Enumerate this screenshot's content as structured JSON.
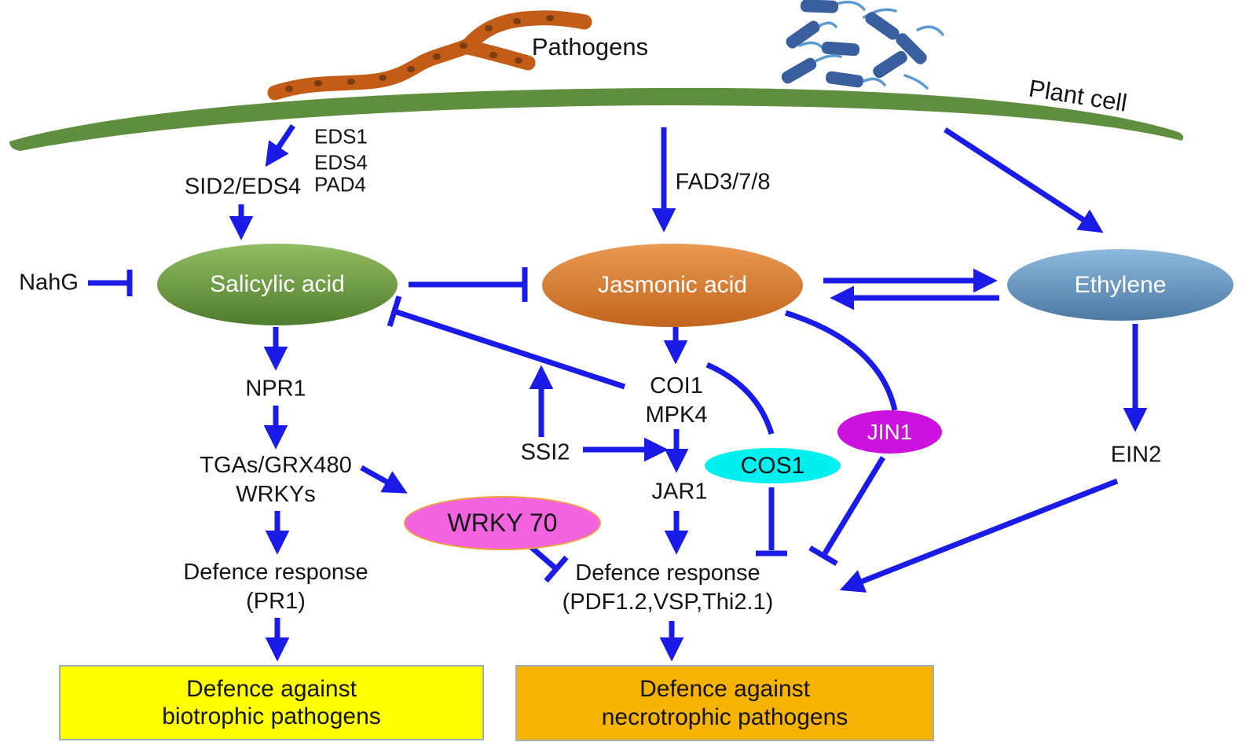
{
  "labels": {
    "pathogens": "Pathogens",
    "plant_cell": "Plant cell",
    "eds1": "EDS1",
    "eds4": "EDS4",
    "pad4": "PAD4",
    "sid2_eds4": "SID2/EDS4",
    "nahg": "NahG",
    "fad378": "FAD3/7/8",
    "npr1": "NPR1",
    "tgas": "TGAs/GRX480",
    "wrkys": "WRKYs",
    "ssi2": "SSI2",
    "coi1": "COI1",
    "mpk4": "MPK4",
    "jar1": "JAR1",
    "ein2": "EIN2"
  },
  "nodes": {
    "salicylic_acid": "Salicylic acid",
    "jasmonic_acid": "Jasmonic acid",
    "ethylene": "Ethylene",
    "wrky70": "WRKY 70",
    "cos1": "COS1",
    "jin1": "JIN1"
  },
  "responses": {
    "sa": {
      "line1": "Defence response",
      "line2": "(PR1)"
    },
    "ja": {
      "line1": "Defence response",
      "line2": "(PDF1.2,VSP,Thi2.1)"
    }
  },
  "boxes": {
    "biotrophic": {
      "line1": "Defence against",
      "line2": "biotrophic pathogens"
    },
    "necrotrophic": {
      "line1": "Defence against",
      "line2": "necrotrophic pathogens"
    }
  },
  "icons": {
    "fungal_pathogen": "fungal-hypha-icon",
    "bacterial_pathogen": "bacteria-icon",
    "membrane": "plant-cell-membrane"
  },
  "colors": {
    "arrow": "#1b1be8",
    "membrane": "#5f8e3e",
    "fungus": "#c25c16",
    "fungus-spot": "#7a3c10",
    "bacteria": "#3a5f9e",
    "flagella": "#5c9bd1",
    "sa-light": "#93bc62",
    "sa-dark": "#4f7c2d",
    "ja-light": "#e99a52",
    "ja-dark": "#c2641d",
    "eth-light": "#8fb9de",
    "eth-dark": "#4b79a2",
    "wrky70": "#f263e0",
    "wrky70-border": "#f0a23c",
    "cos1": "#00efef",
    "jin1": "#cb11dd",
    "yellow-box": "#ffff00",
    "orange-box": "#f6b303",
    "box-border": "#9fb0ba",
    "text": "#141414"
  }
}
